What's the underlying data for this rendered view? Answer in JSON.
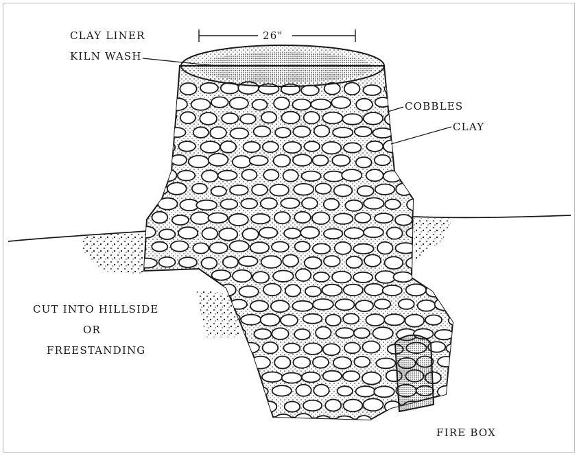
{
  "labels": {
    "clay_liner": "CLAY LINER",
    "kiln_wash": "KILN WASH",
    "dimension": "26\"",
    "cobbles": "COBBLES",
    "clay": "CLAY",
    "cut_into_hillside": "CUT INTO HILLSIDE",
    "or": "OR",
    "freestanding": "FREESTANDING",
    "fire_box": "FIRE BOX"
  },
  "colors": {
    "ink": "#1a1a1a",
    "frame": "#bbbbbb",
    "background": "#ffffff"
  }
}
